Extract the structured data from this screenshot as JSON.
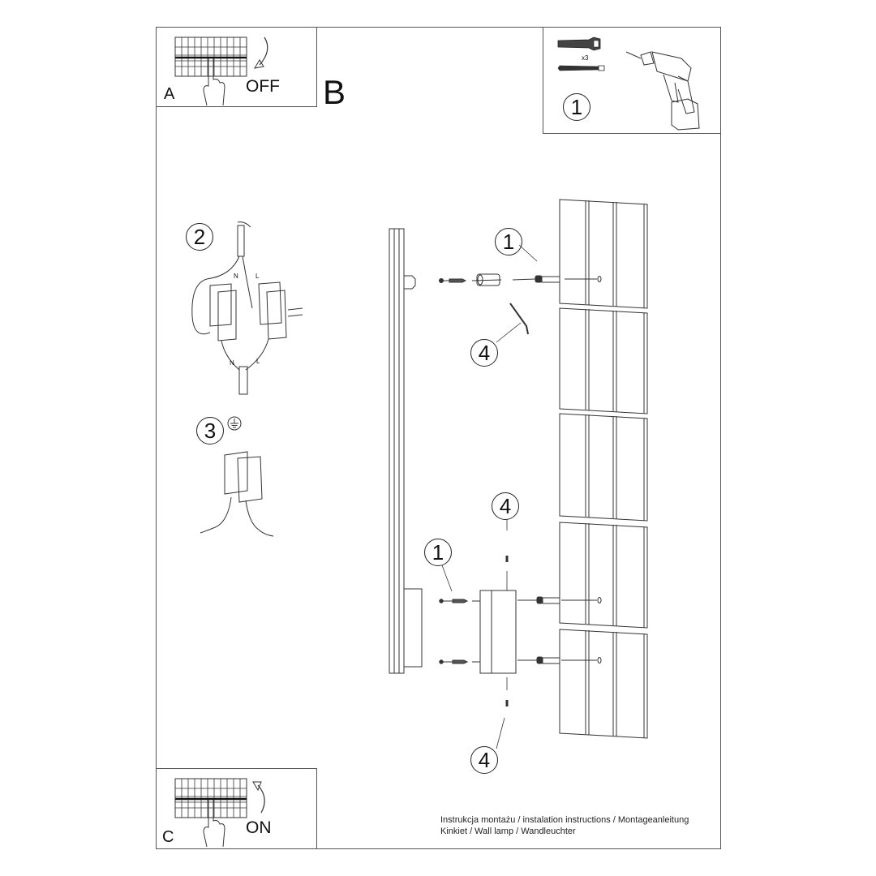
{
  "document": {
    "type": "installation-instructions",
    "main_step_label": "B"
  },
  "panels": {
    "a": {
      "letter": "A",
      "state": "OFF"
    },
    "c": {
      "letter": "C",
      "state": "ON"
    },
    "tools": {
      "callout": "1",
      "quantity": "x3"
    }
  },
  "wiring": {
    "step2": {
      "callout": "2",
      "labels": {
        "neutral_top": "N",
        "live_top": "L",
        "neutral_bottom": "N",
        "live_bottom": "L"
      }
    },
    "step3": {
      "callout": "3",
      "symbol": "ground-symbol"
    }
  },
  "assembly": {
    "callouts": {
      "upper_screw": "1",
      "upper_key": "4",
      "lower_key_top": "4",
      "lower_screw": "1",
      "lower_key_bottom": "4"
    }
  },
  "footer": {
    "line1": "Instrukcja montażu / instalation instructions / Montageanleitung",
    "line2": "Kinkiet / Wall lamp / Wandleuchter"
  }
}
